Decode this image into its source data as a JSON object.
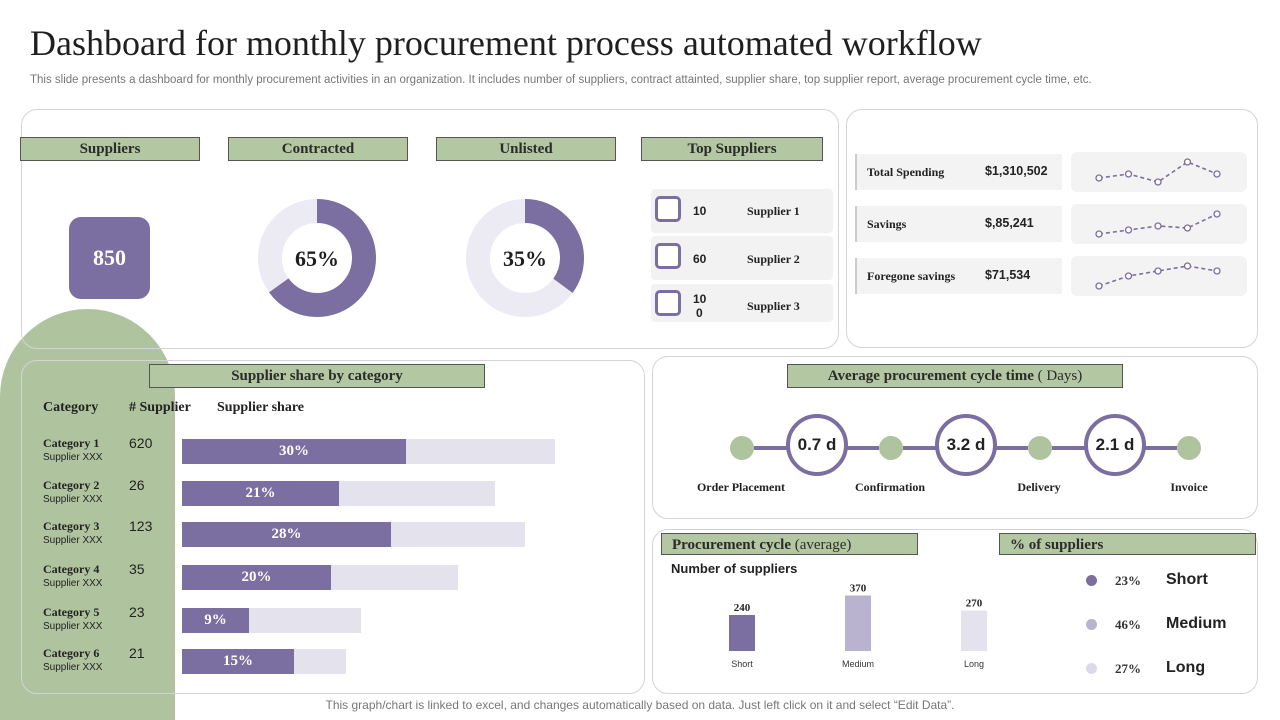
{
  "title": "Dashboard for monthly procurement process automated workflow",
  "subtitle": "This slide presents a dashboard for monthly procurement activities in an organization. It includes number of suppliers, contract attainted, supplier share, top supplier report, average procurement cycle time, etc.",
  "kpis": {
    "suppliers": {
      "label": "Suppliers",
      "value": "850"
    },
    "contracted": {
      "label": "Contracted",
      "value": "65%",
      "fraction": 0.65
    },
    "unlisted": {
      "label": "Unlisted",
      "value": "35%",
      "fraction": 0.35
    },
    "top_suppliers": {
      "label": "Top Suppliers",
      "rows": [
        {
          "count": "10",
          "name": "Supplier 1"
        },
        {
          "count": "60",
          "name": "Supplier 2"
        },
        {
          "count_line1": "10",
          "count_line2": "0",
          "name": "Supplier 3"
        }
      ]
    }
  },
  "stats": [
    {
      "label": "Total Spending",
      "value": "$1,310,502",
      "trend": [
        3,
        4,
        2,
        7,
        4
      ]
    },
    {
      "label": "Savings",
      "value": "$,85,241",
      "trend": [
        1,
        2,
        3,
        2.5,
        6
      ]
    },
    {
      "label": "Foregone savings",
      "value": "$71,534",
      "trend": [
        1,
        3,
        4,
        5,
        4
      ]
    }
  ],
  "supplier_share": {
    "header": "Supplier  share by category",
    "col_category": "Category",
    "col_count": "# Supplier",
    "col_share": "Supplier share",
    "rows": [
      {
        "name": "Category  1",
        "sub": "Supplier XXX",
        "count": "620",
        "share": "30%",
        "fill": 0.3,
        "total": 0.5
      },
      {
        "name": "Category  2",
        "sub": "Supplier XXX",
        "count": "26",
        "share": "21%",
        "fill": 0.21,
        "total": 0.42
      },
      {
        "name": "Category  3",
        "sub": "Supplier XXX",
        "count": "123",
        "share": "28%",
        "fill": 0.28,
        "total": 0.46
      },
      {
        "name": "Category  4",
        "sub": "Supplier XXX",
        "count": "35",
        "share": "20%",
        "fill": 0.2,
        "total": 0.37
      },
      {
        "name": "Category  5",
        "sub": "Supplier XXX",
        "count": "23",
        "share": "9%",
        "fill": 0.09,
        "total": 0.24
      },
      {
        "name": "Category  6",
        "sub": "Supplier XXX",
        "count": "21",
        "share": "15%",
        "fill": 0.15,
        "total": 0.22
      }
    ]
  },
  "cycle_time": {
    "header_bold": "Average procurement  cycle time",
    "header_light": "( Days)",
    "stages": [
      "Order Placement",
      "Confirmation",
      "Delivery",
      "Invoice"
    ],
    "durations": [
      "0.7  d",
      "3.2  d",
      "2.1  d"
    ]
  },
  "procurement_cycle": {
    "header_bold": "Procurement  cycle",
    "header_light": "(average)",
    "chart_title": "Number of suppliers",
    "chart_data": {
      "type": "bar",
      "categories": [
        "Short",
        "Medium",
        "Long"
      ],
      "values": [
        240,
        370,
        270
      ],
      "title": "Number of suppliers",
      "ylim": [
        0,
        400
      ]
    }
  },
  "pct_suppliers": {
    "header": "% of  suppliers",
    "rows": [
      {
        "pct": "23%",
        "name": "Short",
        "color": "#7b6ea0"
      },
      {
        "pct": "46%",
        "name": "Medium",
        "color": "#b9b3d0"
      },
      {
        "pct": "27%",
        "name": "Long",
        "color": "#dcd9e8"
      }
    ]
  },
  "colors": {
    "accent": "#7b6ea0",
    "green": "#afc49e",
    "light_purple": "#e4e2ec"
  },
  "footer": "This graph/chart is linked to excel,  and changes automatically based on data. Just left click on it and select “Edit Data”."
}
